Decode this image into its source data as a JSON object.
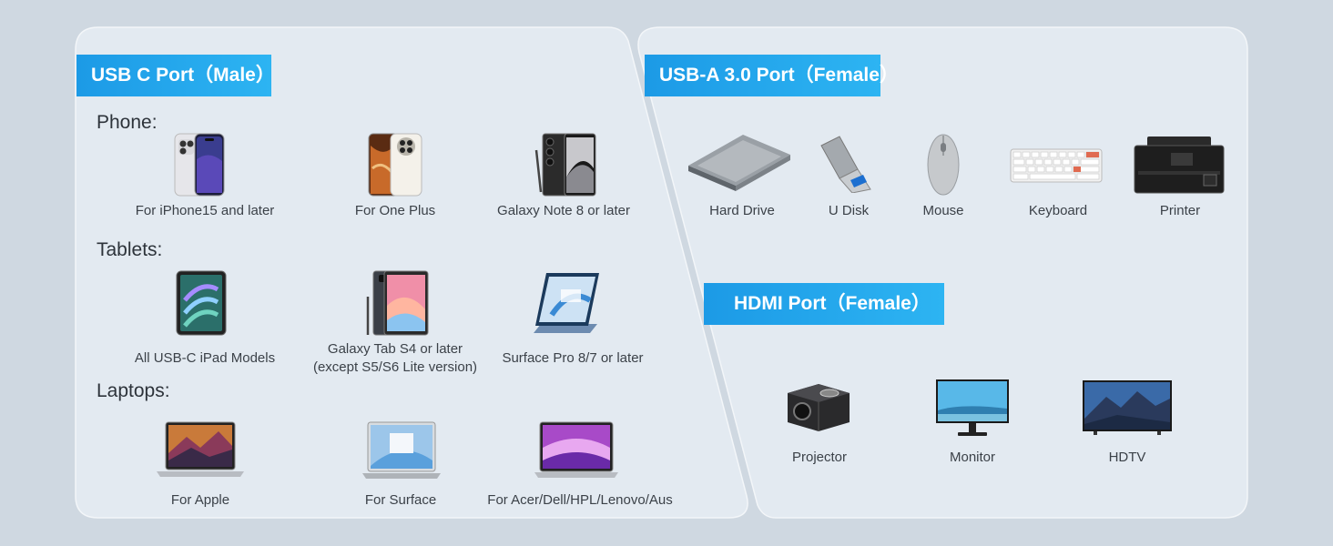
{
  "usb_c": {
    "title": "USB C Port（Male）",
    "phone_label": "Phone:",
    "tablets_label": "Tablets:",
    "laptops_label": "Laptops:",
    "phones": [
      {
        "label": "For iPhone15 and later",
        "icon": "iphone-icon"
      },
      {
        "label": "For One Plus",
        "icon": "oneplus-phone-icon"
      },
      {
        "label": "Galaxy Note 8 or later",
        "icon": "galaxy-phone-icon"
      }
    ],
    "tablets": [
      {
        "label": "All USB-C iPad Models",
        "icon": "ipad-icon"
      },
      {
        "label": "Galaxy Tab S4 or later",
        "label2": "(except S5/S6 Lite version)",
        "icon": "galaxy-tab-icon"
      },
      {
        "label": "Surface Pro 8/7 or later",
        "icon": "surface-pro-icon"
      }
    ],
    "laptops": [
      {
        "label": "For Apple",
        "icon": "macbook-icon"
      },
      {
        "label": "For Surface",
        "icon": "surface-laptop-icon"
      },
      {
        "label": "For Acer/Dell/HPL/Lenovo/Aus",
        "icon": "windows-laptop-icon"
      }
    ]
  },
  "usb_a": {
    "title": "USB-A 3.0 Port（Female）",
    "devices": [
      {
        "label": "Hard Drive",
        "icon": "hard-drive-icon"
      },
      {
        "label": "U Disk",
        "icon": "usb-flash-drive-icon"
      },
      {
        "label": "Mouse",
        "icon": "mouse-icon"
      },
      {
        "label": "Keyboard",
        "icon": "keyboard-icon"
      },
      {
        "label": "Printer",
        "icon": "printer-icon"
      }
    ]
  },
  "hdmi": {
    "title": "HDMI Port（Female）",
    "devices": [
      {
        "label": "Projector",
        "icon": "projector-icon"
      },
      {
        "label": "Monitor",
        "icon": "monitor-icon"
      },
      {
        "label": "HDTV",
        "icon": "hdtv-icon"
      }
    ]
  },
  "colors": {
    "background": "#cfd8e1",
    "panel": "#e3eaf1",
    "accent": "#1c9ae6"
  }
}
